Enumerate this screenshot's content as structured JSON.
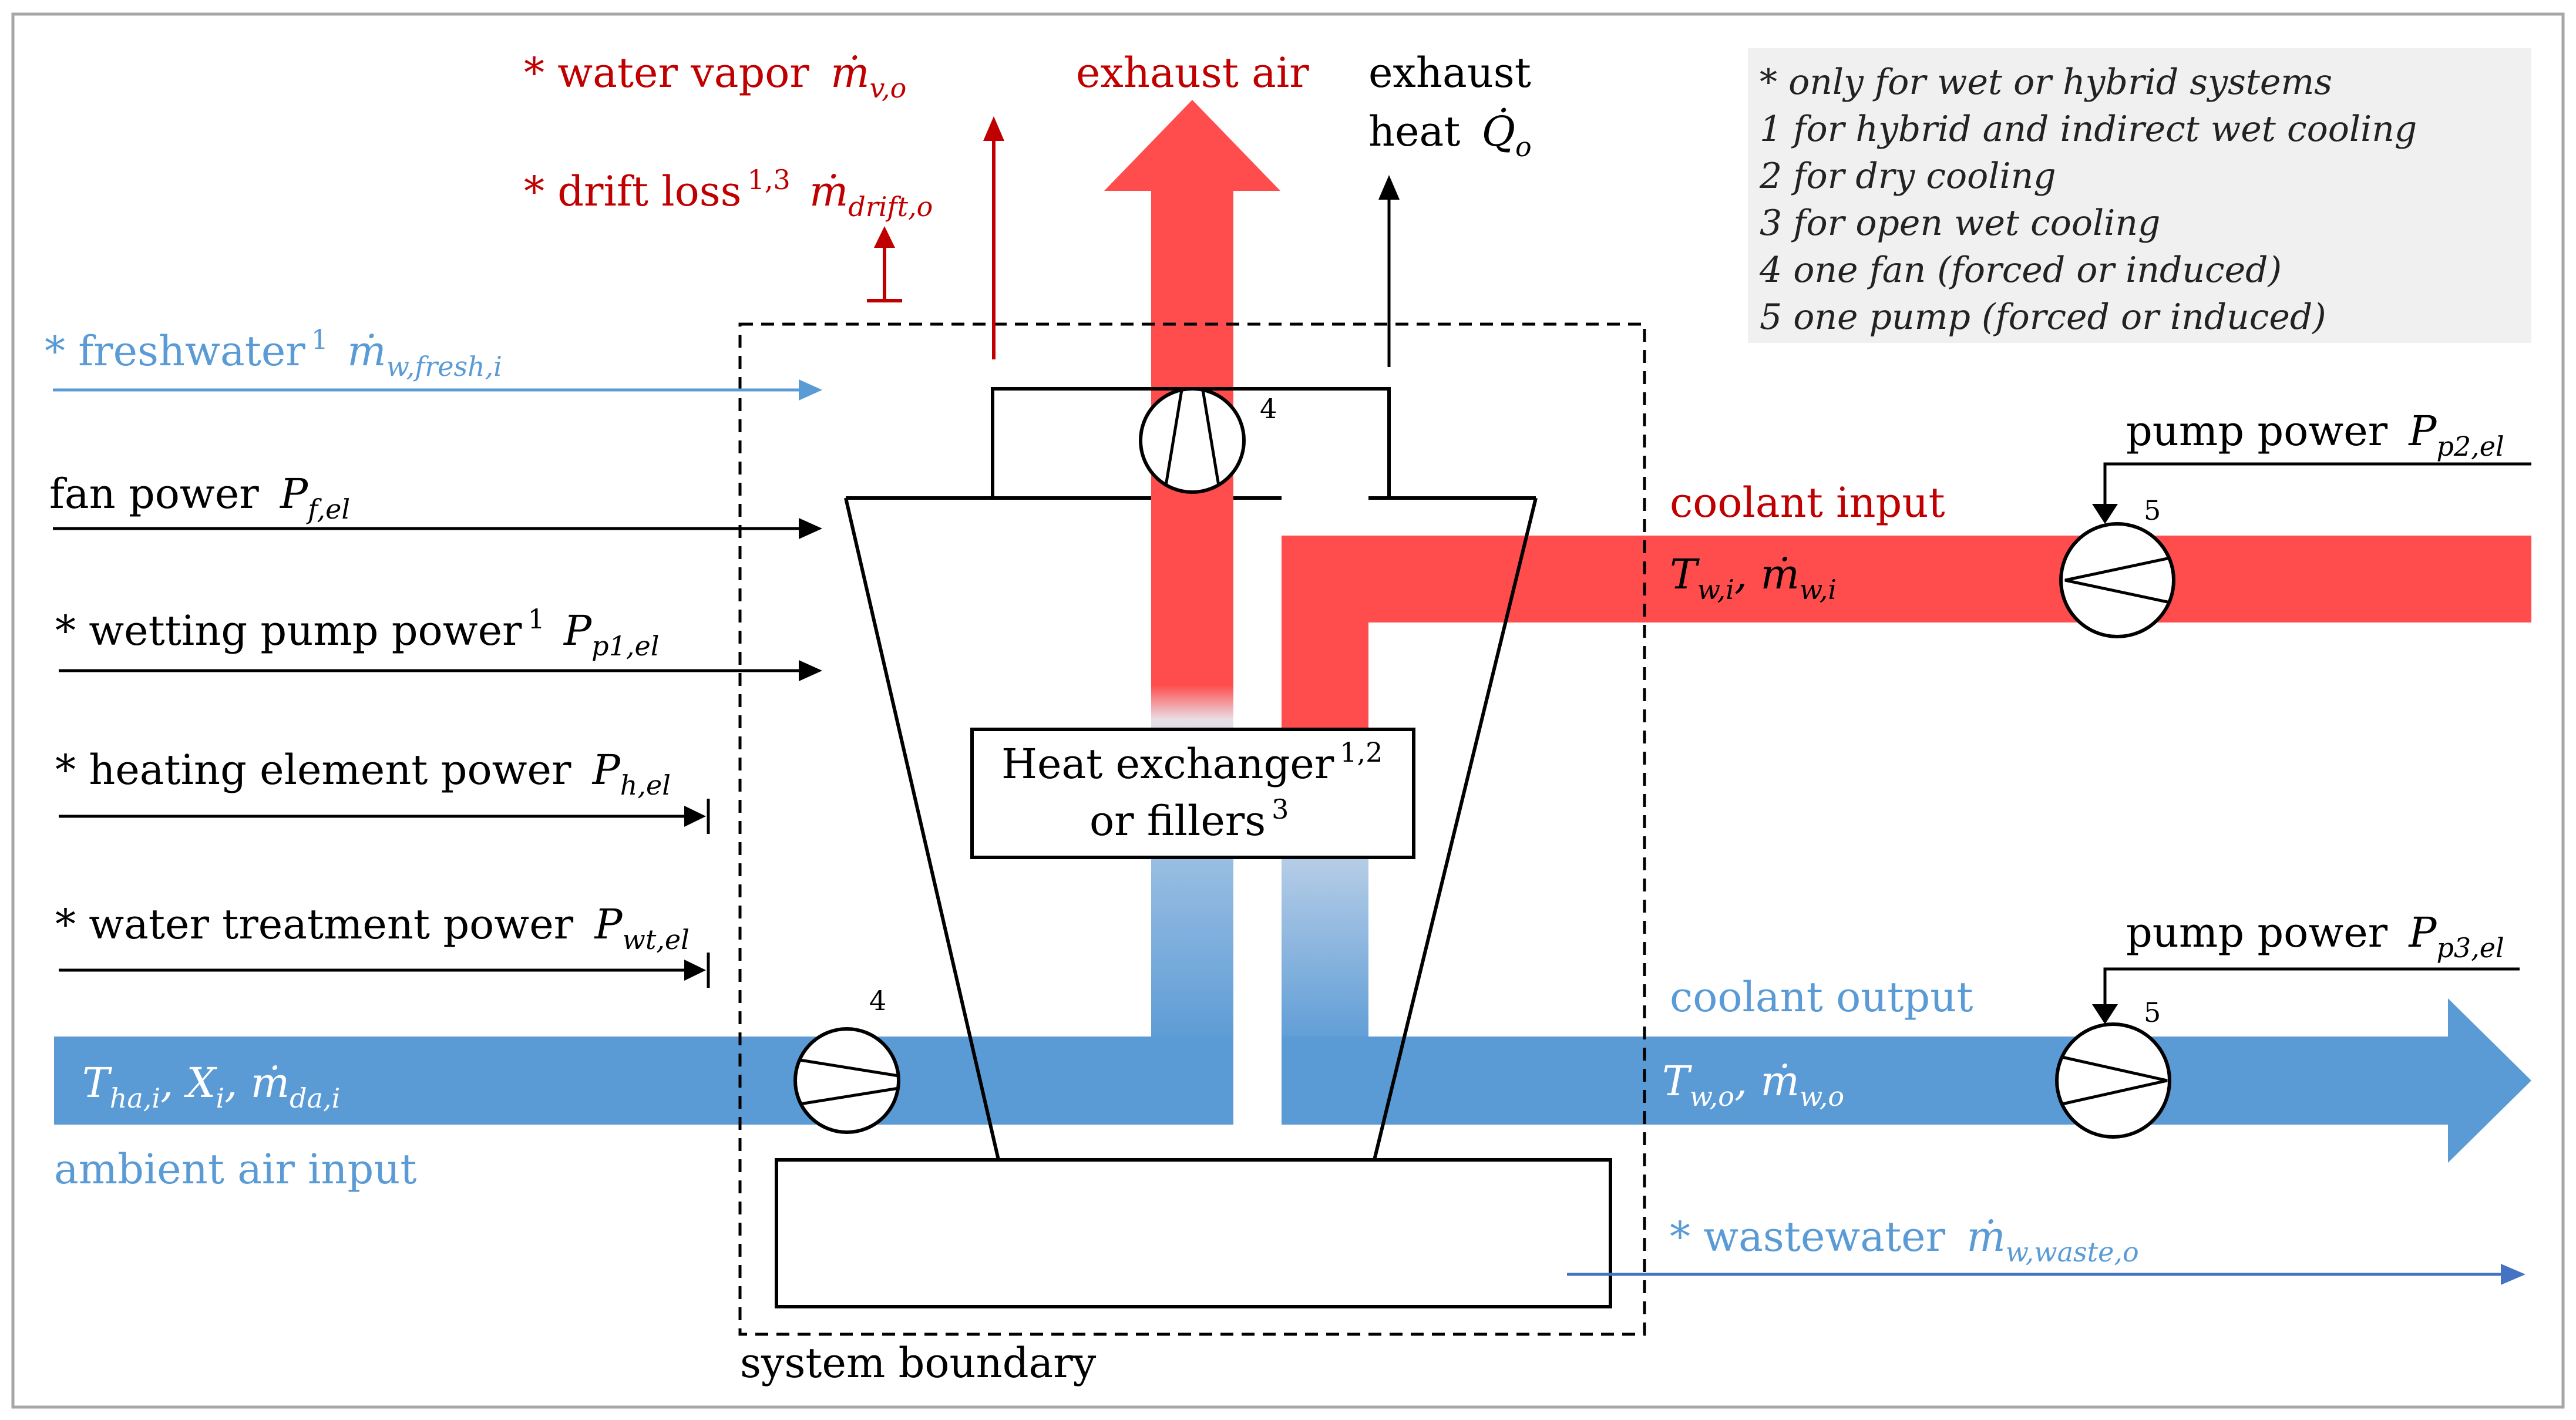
{
  "colors": {
    "hot": "#ff4d4d",
    "cold": "#5b9bd5",
    "dark_red": "#c00000",
    "blue_text": "#5b9bd5",
    "black": "#000000",
    "legend_bg": "#f0f0f0",
    "frame": "#a6a6a6"
  },
  "top": {
    "water_vapor": {
      "label": "* water vapor",
      "symbol": "ṁ",
      "sub": "v,o"
    },
    "drift_loss": {
      "label": "* drift loss",
      "sup": "1,3",
      "symbol": "ṁ",
      "sub": "drift,o"
    },
    "exhaust_air": "exhaust air",
    "exhaust_heat": {
      "line1": "exhaust",
      "line2": "heat",
      "symbol": "Q̇",
      "sub": "o"
    }
  },
  "legend": [
    "* only for wet or hybrid systems",
    "1 for hybrid and indirect wet cooling",
    "2 for dry cooling",
    "3 for open wet cooling",
    "4 one fan (forced or induced)",
    "5 one pump (forced or induced)"
  ],
  "inputs": {
    "freshwater": {
      "label": "* freshwater",
      "sup": "1",
      "symbol": "ṁ",
      "sub": "w,fresh,i"
    },
    "fan_power": {
      "label": "fan power",
      "symbol": "P",
      "sub": "f,el"
    },
    "wetting_pump": {
      "label": "* wetting pump power",
      "sup": "1",
      "symbol": "P",
      "sub": "p1,el"
    },
    "heating_element": {
      "label": "* heating element power",
      "symbol": "P",
      "sub": "h,el"
    },
    "water_treatment": {
      "label": "* water treatment power",
      "symbol": "P",
      "sub": "wt,el"
    }
  },
  "ambient": {
    "values": {
      "T": "T",
      "T_sub": "ha,i",
      "X": "X",
      "X_sub": "i",
      "m": "ṁ",
      "m_sub": "da,i"
    },
    "label": "ambient air input"
  },
  "heat_exchanger": {
    "line1": "Heat exchanger",
    "sup1": "1,2",
    "line2": "or fillers",
    "sup2": "3"
  },
  "coolant_in": {
    "label": "coolant input",
    "T": "T",
    "T_sub": "w,i",
    "m": "ṁ",
    "m_sub": "w,i",
    "pump_label": "pump power",
    "pump_symbol": "P",
    "pump_sub": "p2,el"
  },
  "coolant_out": {
    "label": "coolant output",
    "T": "T",
    "T_sub": "w,o",
    "m": "ṁ",
    "m_sub": "w,o",
    "pump_label": "pump power",
    "pump_symbol": "P",
    "pump_sub": "p3,el"
  },
  "wastewater": {
    "label": "* wastewater",
    "symbol": "ṁ",
    "sub": "w,waste,o"
  },
  "markers": {
    "fan_top": "4",
    "fan_bottom": "4",
    "pump_top": "5",
    "pump_bottom": "5"
  },
  "system_boundary": "system boundary"
}
